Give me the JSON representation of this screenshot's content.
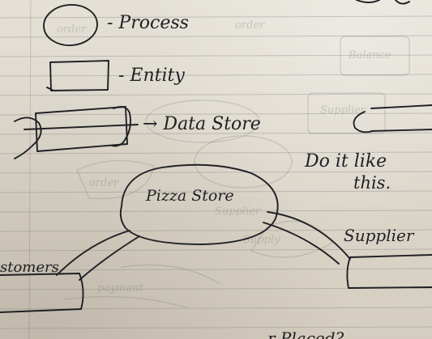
{
  "notes": {
    "top_partial": "-",
    "legend_process": "- Process",
    "legend_entity": "- Entity",
    "legend_data_store": "→ Data Store",
    "instruction_line1": "Do it like",
    "instruction_line2": "this.",
    "pizza_store": "Pizza Store",
    "supplier_partial": "Supplier",
    "customers_partial": "stomers",
    "bottom_partial": "r Placed?"
  }
}
